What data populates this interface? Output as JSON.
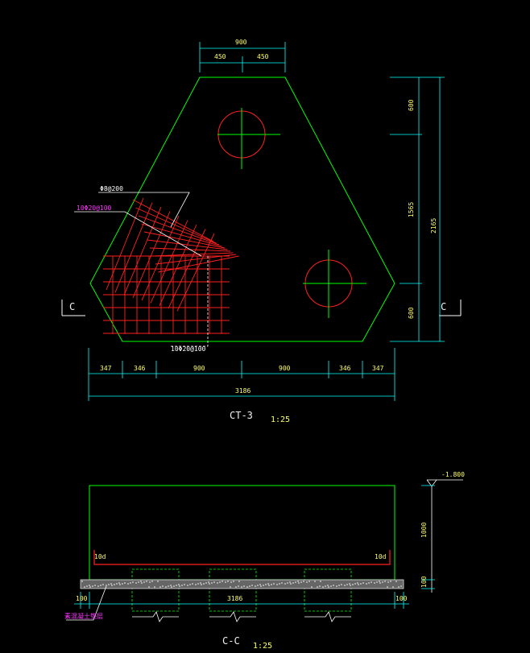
{
  "plan": {
    "top_width_dims": [
      "900",
      "450",
      "450"
    ],
    "right_dims": [
      "600",
      "1565",
      "2165",
      "600"
    ],
    "bottom_dims": [
      "347",
      "346",
      "900",
      "900",
      "346",
      "347"
    ],
    "overall_dim": "3186",
    "rebar_labels": {
      "top": "Φ8@200",
      "middle": "10Φ20@100",
      "bottom": "10Φ20@100"
    },
    "section_mark": "C",
    "title": "CT-3",
    "scale": "1:25"
  },
  "section": {
    "elevation": "-1.800",
    "height_dim": "1000",
    "base_dim": "100",
    "width_dim": "3186",
    "side_dims": [
      "100",
      "100"
    ],
    "hook_labels": [
      "10d",
      "10d"
    ],
    "leader_label": "素混凝土垫层",
    "title": "C-C",
    "scale": "1:25"
  },
  "colors": {
    "background": "#000000",
    "outline": "#00ff00",
    "rebar": "#ff2020",
    "dimension": "#00ffff",
    "text": "#ffff66",
    "label_magenta": "#ff33ff",
    "white": "#ffffff"
  }
}
